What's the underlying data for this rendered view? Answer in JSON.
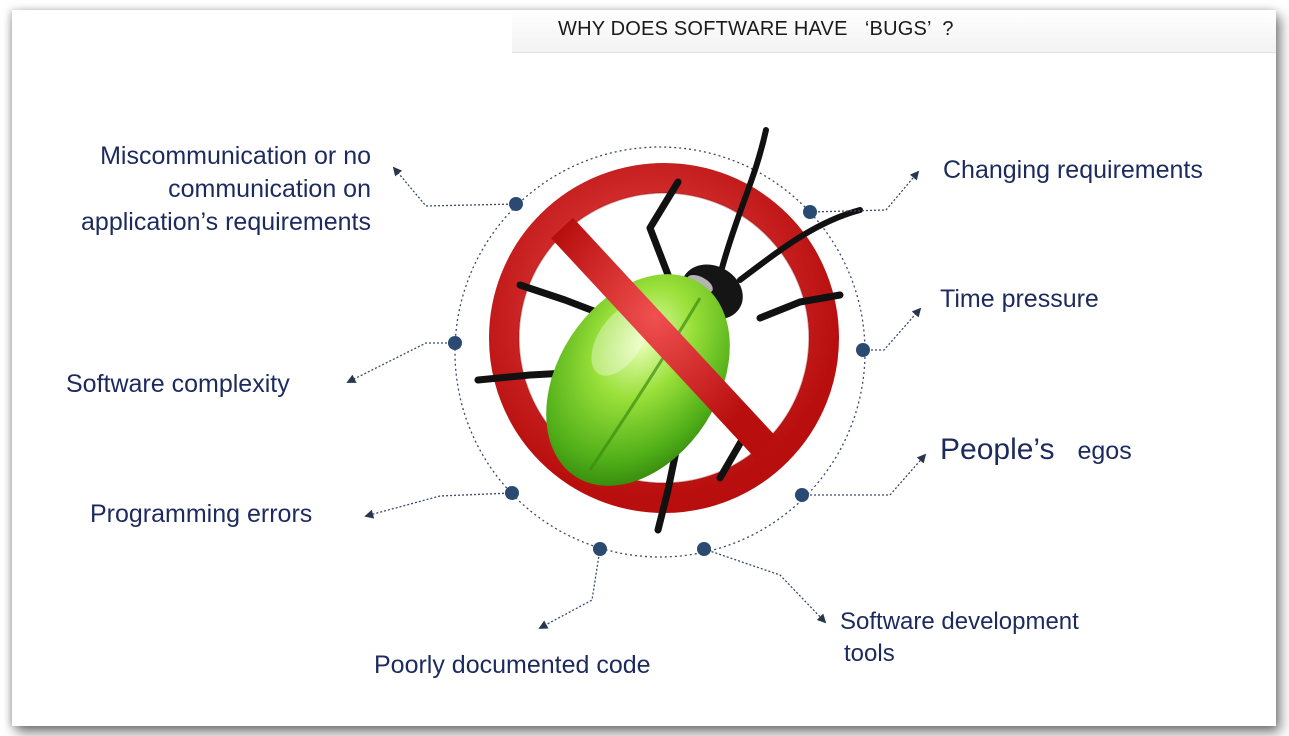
{
  "title": "WHY DOES SOFTWARE HAVE   ‘BUGS’  ?",
  "colors": {
    "label_text": "#1c2a5e",
    "node_dot": "#2a4a72",
    "ring_red": "#d11c1c",
    "bug_green": "#6cc22a",
    "connector": "#3a4a6a"
  },
  "center_icon": "no-bugs-icon",
  "causes": [
    {
      "line1": "Miscommunication or no",
      "line2": "communication on",
      "line3": "application’s requirements"
    },
    {
      "line1": "Changing requirements"
    },
    {
      "line1": "Time pressure"
    },
    {
      "line1": "Software complexity"
    },
    {
      "main": "People’s",
      "extra": "egos"
    },
    {
      "line1": "Programming errors"
    },
    {
      "line1": "Software development",
      "line2": "tools"
    },
    {
      "line1": "Poorly documented code"
    }
  ]
}
